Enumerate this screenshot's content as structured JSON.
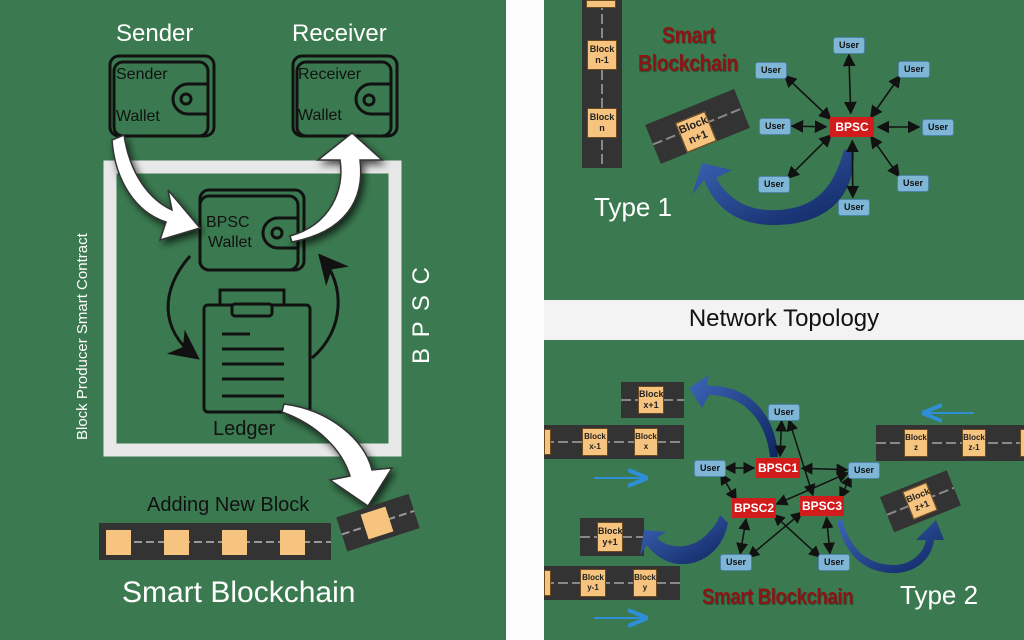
{
  "left_panel": {
    "sender_title": "Sender",
    "receiver_title": "Receiver",
    "sender_wallet": {
      "line1": "Sender",
      "line2": "Wallet"
    },
    "receiver_wallet": {
      "line1": "Receiver",
      "line2": "Wallet"
    },
    "bpsc_wallet": {
      "line1": "BPSC",
      "line2": "Wallet"
    },
    "ledger_label": "Ledger",
    "side_label_vertical": "Block Producer Smart Contract",
    "bpsc_label_vertical": "B P S C",
    "adding_new_block": "Adding New Block",
    "footer_title": "Smart Blockchain",
    "chain_block_count": 4
  },
  "divider": {
    "network_topology_label": "Network Topology"
  },
  "type1": {
    "title": "Smart Blockchain",
    "title_line1": "Smart",
    "title_line2": "Blockchain",
    "type_label": "Type 1",
    "chain_blocks": [
      {
        "line1": "Block",
        "line2": "n-1"
      },
      {
        "line1": "Block",
        "line2": "n"
      }
    ],
    "new_block": {
      "line1": "Block",
      "line2": "n+1"
    },
    "hub": "BPSC",
    "users": [
      "User",
      "User",
      "User",
      "User",
      "User",
      "User",
      "User",
      "User"
    ]
  },
  "type2": {
    "title": "Smart Blockchain",
    "type_label": "Type 2",
    "hubs": [
      "BPSC1",
      "BPSC2",
      "BPSC3"
    ],
    "users": [
      "User",
      "User",
      "User",
      "User",
      "User"
    ],
    "chain_x": [
      {
        "line1": "Block",
        "line2": "x-1"
      },
      {
        "line1": "Block",
        "line2": "x"
      }
    ],
    "new_block_x": {
      "line1": "Block",
      "line2": "x+1"
    },
    "chain_y": [
      {
        "line1": "Block",
        "line2": "y-1"
      },
      {
        "line1": "Block",
        "line2": "y"
      }
    ],
    "new_block_y": {
      "line1": "Block",
      "line2": "y+1"
    },
    "chain_z": [
      {
        "line1": "Block",
        "line2": "z"
      },
      {
        "line1": "Block",
        "line2": "z-1"
      }
    ],
    "new_block_z": {
      "line1": "Block",
      "line2": "z+1"
    }
  },
  "colors": {
    "background_green": "#3b7a50",
    "block_fill": "#f7c47f",
    "chain_dark": "#333333",
    "user_fill": "#7fb6d6",
    "bpsc_red": "#d21b1b",
    "title_red": "#8b1414",
    "curved_arrow_blue": "#22428a",
    "flow_arrow_blue": "#2f8fd6"
  }
}
